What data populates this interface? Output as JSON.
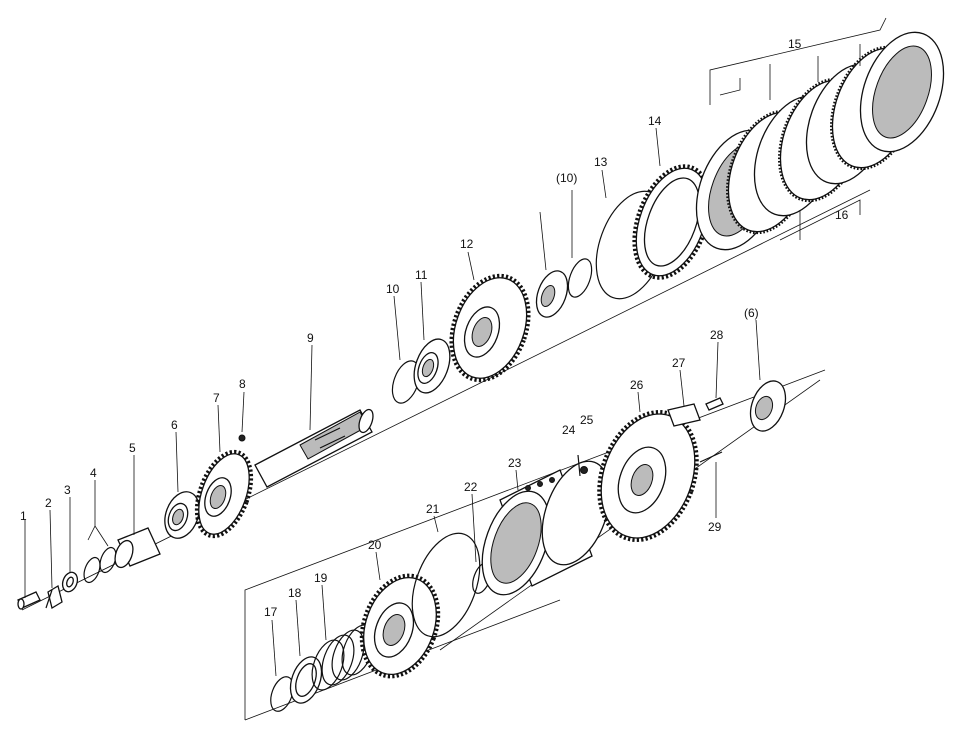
{
  "callouts": [
    {
      "id": "c1",
      "label": "1"
    },
    {
      "id": "c2",
      "label": "2"
    },
    {
      "id": "c3",
      "label": "3"
    },
    {
      "id": "c4",
      "label": "4"
    },
    {
      "id": "c5",
      "label": "5"
    },
    {
      "id": "c6",
      "label": "6"
    },
    {
      "id": "c7",
      "label": "7"
    },
    {
      "id": "c8",
      "label": "8"
    },
    {
      "id": "c9",
      "label": "9"
    },
    {
      "id": "c10",
      "label": "10"
    },
    {
      "id": "c11",
      "label": "11"
    },
    {
      "id": "c12",
      "label": "12"
    },
    {
      "id": "c10b",
      "label": "(10)"
    },
    {
      "id": "c13",
      "label": "13"
    },
    {
      "id": "c14",
      "label": "14"
    },
    {
      "id": "c15",
      "label": "15"
    },
    {
      "id": "c16",
      "label": "16"
    },
    {
      "id": "c17",
      "label": "17"
    },
    {
      "id": "c18",
      "label": "18"
    },
    {
      "id": "c19",
      "label": "19"
    },
    {
      "id": "c20",
      "label": "20"
    },
    {
      "id": "c21",
      "label": "21"
    },
    {
      "id": "c22",
      "label": "22"
    },
    {
      "id": "c23",
      "label": "23"
    },
    {
      "id": "c24",
      "label": "24"
    },
    {
      "id": "c25",
      "label": "25"
    },
    {
      "id": "c26",
      "label": "26"
    },
    {
      "id": "c27",
      "label": "27"
    },
    {
      "id": "c28",
      "label": "28"
    },
    {
      "id": "c6b",
      "label": "(6)"
    },
    {
      "id": "c29",
      "label": "29"
    }
  ]
}
